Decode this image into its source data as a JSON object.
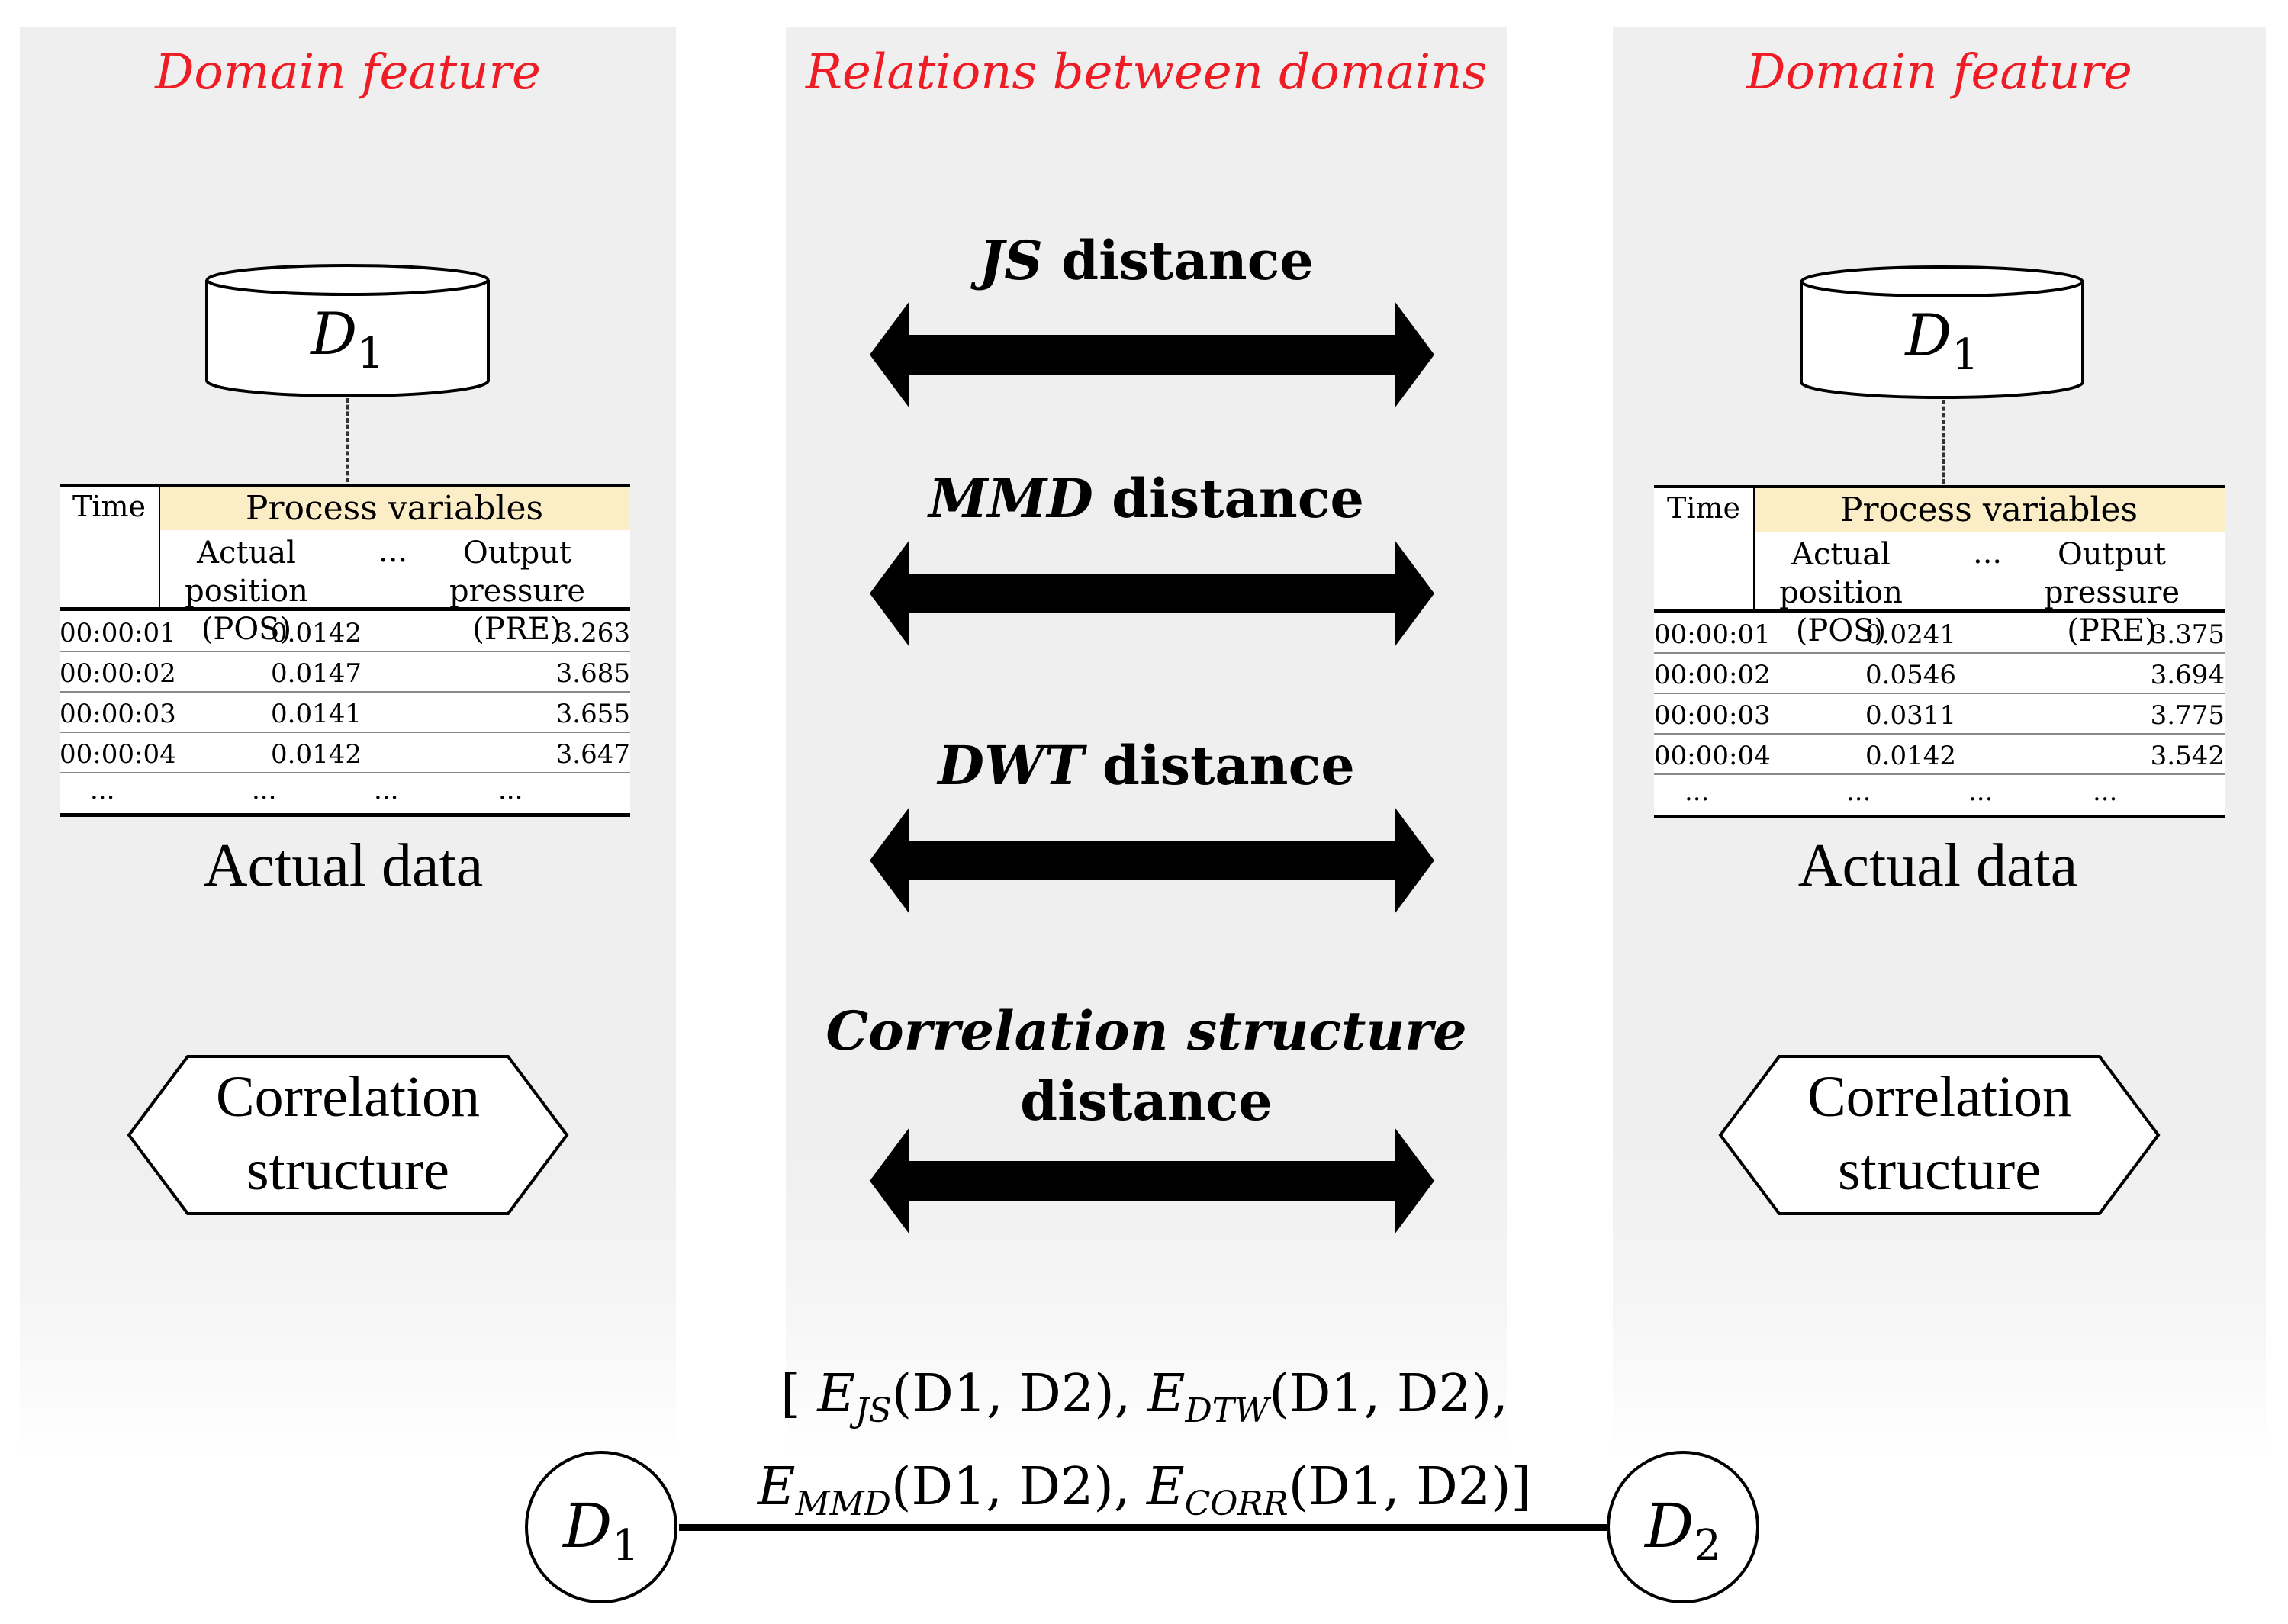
{
  "left": {
    "title": "Domain feature",
    "db": {
      "letter": "D",
      "subscript": "1"
    },
    "table": {
      "time_header": "Time",
      "group_header": "Process variables",
      "col1_header": [
        "Actual",
        "position (POS)"
      ],
      "col2_header": [
        "Output",
        "pressure (PRE)"
      ],
      "header_ellipsis": "...",
      "rows": [
        {
          "time": "00:00:01",
          "pos": "0.0142",
          "pre": "3.263"
        },
        {
          "time": "00:00:02",
          "pos": "0.0147",
          "pre": "3.685"
        },
        {
          "time": "00:00:03",
          "pos": "0.0141",
          "pre": "3.655"
        },
        {
          "time": "00:00:04",
          "pos": "0.0142",
          "pre": "3.647"
        }
      ],
      "ellipsis": "..."
    },
    "caption": "Actual data",
    "hex": [
      "Correlation",
      "structure"
    ]
  },
  "middle": {
    "title": "Relations between domains",
    "relations": [
      {
        "italic": "JS",
        "rest": " distance"
      },
      {
        "italic": "MMD",
        "rest": " distance"
      },
      {
        "italic": "DWT",
        "rest": " distance"
      },
      {
        "italic": "Correlation structure",
        "rest": "distance"
      }
    ]
  },
  "right": {
    "title": "Domain feature",
    "db": {
      "letter": "D",
      "subscript": "1"
    },
    "table": {
      "time_header": "Time",
      "group_header": "Process variables",
      "col1_header": [
        "Actual",
        "position (POS)"
      ],
      "col2_header": [
        "Output",
        "pressure (PRE)"
      ],
      "header_ellipsis": "...",
      "rows": [
        {
          "time": "00:00:01",
          "pos": "0.0241",
          "pre": "3.375"
        },
        {
          "time": "00:00:02",
          "pos": "0.0546",
          "pre": "3.694"
        },
        {
          "time": "00:00:03",
          "pos": "0.0311",
          "pre": "3.775"
        },
        {
          "time": "00:00:04",
          "pos": "0.0142",
          "pre": "3.542"
        }
      ],
      "ellipsis": "..."
    },
    "caption": "Actual data",
    "hex": [
      "Correlation",
      "structure"
    ]
  },
  "graph": {
    "node1": {
      "letter": "D",
      "subscript": "1"
    },
    "node2": {
      "letter": "D",
      "subscript": "2"
    },
    "edge_label": {
      "open": "[ ",
      "close": "]",
      "terms": [
        {
          "E": "E",
          "sub": "JS",
          "args": "(D1, D2)",
          "sep": ", "
        },
        {
          "E": "E",
          "sub": "DTW",
          "args": "(D1, D2)",
          "sep": ","
        },
        {
          "E": "E",
          "sub": "MMD",
          "args": "(D1, D2)",
          "sep": ", "
        },
        {
          "E": "E",
          "sub": "CORR",
          "args": "(D1, D2)",
          "sep": ""
        }
      ]
    }
  }
}
